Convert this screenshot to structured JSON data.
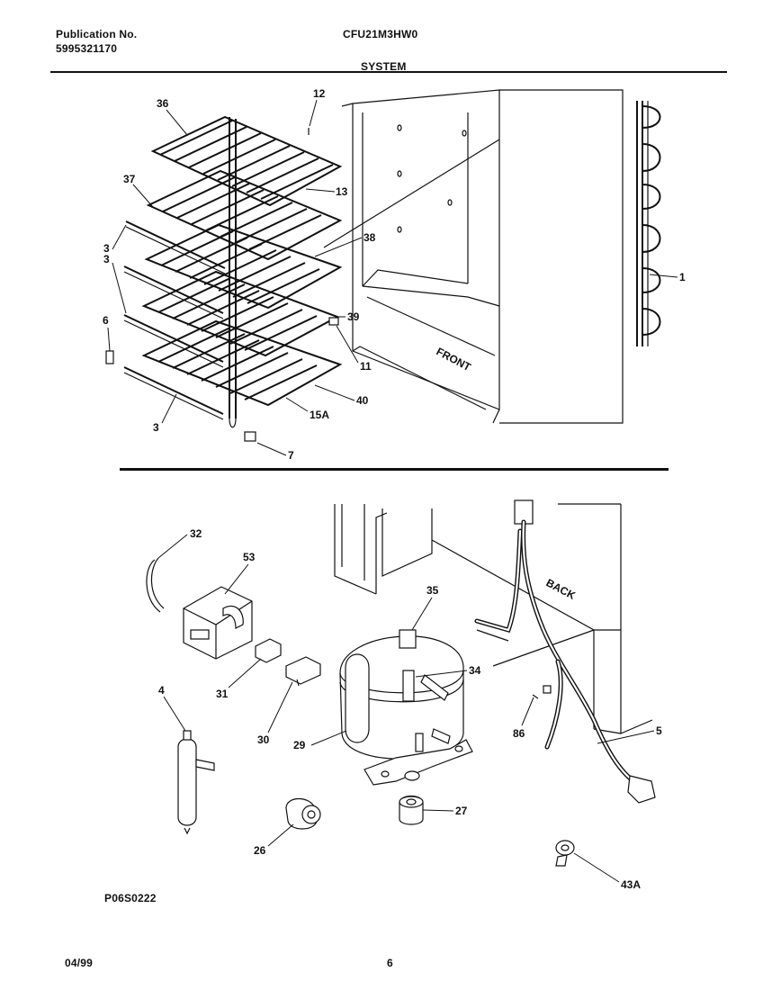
{
  "header": {
    "publication_label": "Publication No.",
    "publication_number": "5995321170",
    "model": "CFU21M3HW0",
    "section": "SYSTEM"
  },
  "top_diagram": {
    "front_label": "FRONT",
    "callouts": [
      "36",
      "12",
      "37",
      "13",
      "38",
      "3",
      "3",
      "39",
      "6",
      "11",
      "1",
      "40",
      "15A",
      "3",
      "7"
    ]
  },
  "bottom_diagram": {
    "back_label": "BACK",
    "callouts": [
      "32",
      "53",
      "35",
      "34",
      "4",
      "31",
      "30",
      "29",
      "86",
      "5",
      "27",
      "26",
      "43A"
    ]
  },
  "footer": {
    "figure_code": "P06S0222",
    "date": "04/99",
    "page_number": "6"
  }
}
